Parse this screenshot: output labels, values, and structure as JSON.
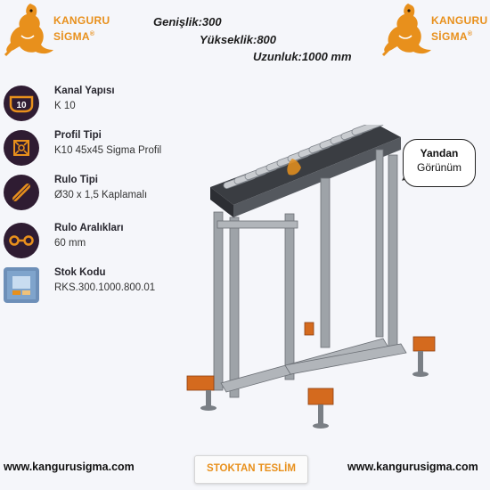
{
  "brand": {
    "name_line1": "KANGURU",
    "name_line2": "SİGMA",
    "registered_mark": "®",
    "accent_color": "#e8901c",
    "logo_icon": "kangaroo-icon"
  },
  "dimensions": {
    "width": "Genişlik:300",
    "height": "Yükseklik:800",
    "length": "Uzunluk:1000 mm"
  },
  "specs": [
    {
      "icon": "channel-k10-icon",
      "label": "Kanal Yapısı",
      "value": "K 10"
    },
    {
      "icon": "profile-section-icon",
      "label": "Profil Tipi",
      "value": "K10 45x45 Sigma Profil"
    },
    {
      "icon": "roller-icon",
      "label": "Rulo Tipi",
      "value": "Ø30 x 1,5 Kaplamalı"
    },
    {
      "icon": "roller-spacing-icon",
      "label": "Rulo Aralıkları",
      "value": "60 mm"
    },
    {
      "icon": "stock-code-icon",
      "label": "Stok Kodu",
      "value": "RKS.300.1000.800.01"
    }
  ],
  "icon_text": {
    "k10": "10"
  },
  "callout": {
    "line1": "Yandan",
    "line2": "Görünüm"
  },
  "footer": {
    "website_left": "www.kangurusigma.com",
    "website_right": "www.kangurusigma.com",
    "badge": "STOKTAN TESLİM"
  },
  "colors": {
    "icon_bg": "#2f1c32",
    "icon_accent": "#e8901c",
    "frame": "#9ea3a8",
    "roller": "#c9ccd0",
    "foot_plate": "#d46a1e"
  }
}
